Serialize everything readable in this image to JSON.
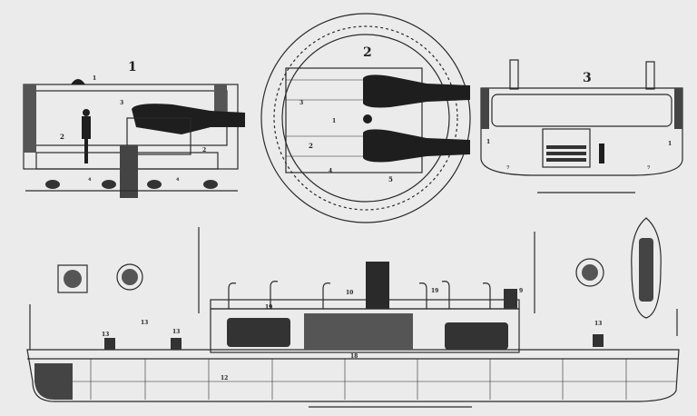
{
  "figures": {
    "fig1": {
      "number": "1",
      "callouts": [
        "1",
        "2",
        "2",
        "3",
        "4",
        "4"
      ]
    },
    "fig2": {
      "number": "2",
      "callouts": [
        "1",
        "2",
        "3",
        "4",
        "5"
      ]
    },
    "fig3": {
      "number": "3",
      "callouts": [
        "1",
        "1",
        "7",
        "7"
      ]
    },
    "hull": {
      "callouts": [
        "13",
        "13",
        "13",
        "13",
        "19",
        "19",
        "10",
        "9",
        "18",
        "12"
      ]
    }
  },
  "colors": {
    "paper": "#ebebeb",
    "ink": "#1e1e1e"
  }
}
